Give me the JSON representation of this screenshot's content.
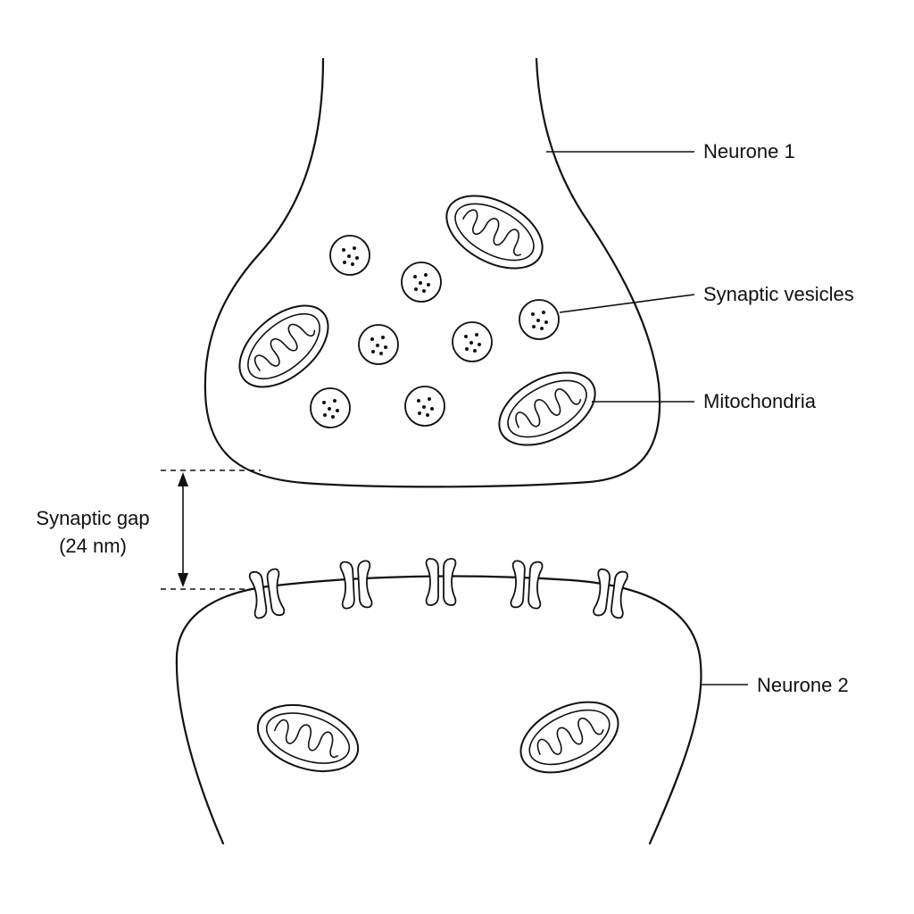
{
  "labels": {
    "neurone1": "Neurone 1",
    "synaptic_vesicles": "Synaptic vesicles",
    "mitochondria": "Mitochondria",
    "neurone2": "Neurone 2",
    "gap_line1": "Synaptic gap",
    "gap_line2": "(24 nm)"
  },
  "colors": {
    "stroke": "#111111",
    "background": "#ffffff"
  }
}
